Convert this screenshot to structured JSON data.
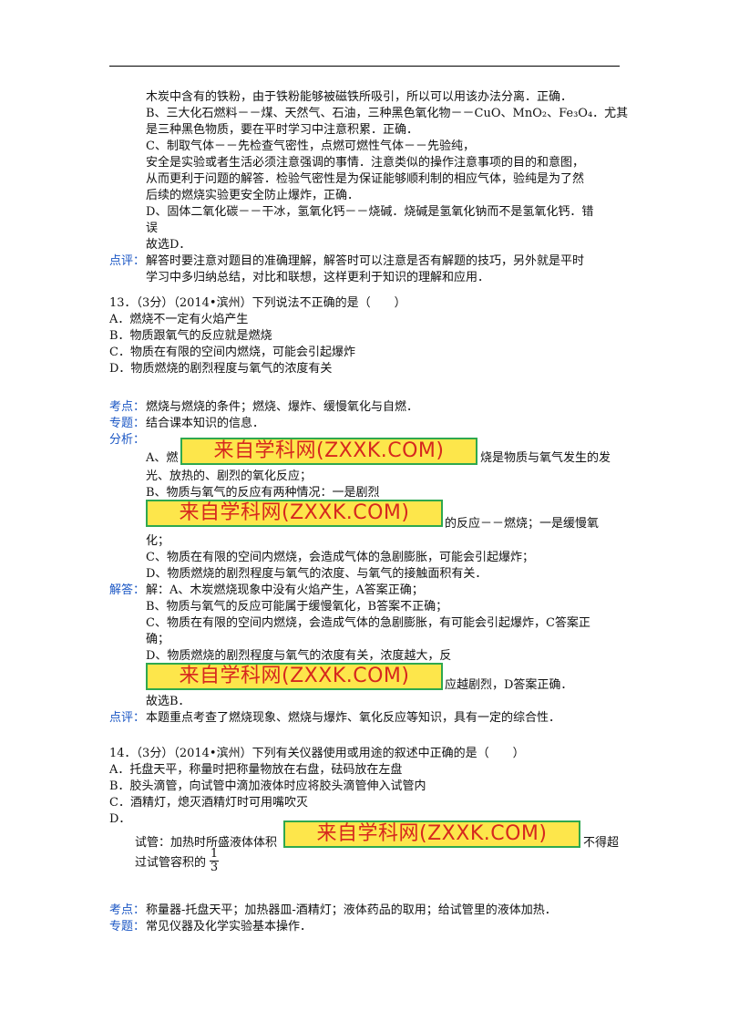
{
  "block1": {
    "l1": "木炭中含有的铁粉，由于铁粉能够被磁铁所吸引，所以可以用该办法分离．正确．",
    "l2": "B、三大化石燃料－－煤、天然气、石油，三种黑色氧化物－－CuO、MnO₂、Fe₃O₄．尤其",
    "l3": "是三种黑色物质，要在平时学习中注意积累．正确．",
    "l4": "C、制取气体－－先检查气密性，点燃可燃性气体－－先验纯，",
    "l5": "安全是实验或者生活必须注意强调的事情．注意类似的操作注意事项的目的和意图，",
    "l6": "从而更利于问题的解答．检验气密性是为保证能够顺利制的相应气体，验纯是为了然",
    "l7": "后续的燃烧实验更安全防止爆炸，正确．",
    "l8": "D、固体二氧化碳－－干冰，氢氧化钙－－烧碱．烧碱是氢氧化钠而不是氢氧化钙．错",
    "l9": "误",
    "l10": "故选D．",
    "comment_label": "点评：",
    "comment_1": "解答时要注意对题目的准确理解，解答时可以注意是否有解题的技巧，另外就是平时",
    "comment_2": "学习中多归纳总结，对比和联想，这样更利于知识的理解和应用．"
  },
  "q13": {
    "stem": "13．（3分）（2014•滨州）下列说法不正确的是（　　）",
    "a": "A．燃烧不一定有火焰产生",
    "b": "B．物质跟氧气的反应就是燃烧",
    "c": "C．物质在有限的空间内燃烧，可能会引起爆炸",
    "d": "D．物质燃烧的剧烈程度与氧气的浓度有关",
    "kaodian_label": "考点：",
    "kaodian": "燃烧与燃烧的条件；燃烧、爆炸、缓慢氧化与自燃．",
    "zhuanti_label": "专题：",
    "zhuanti": "结合课本知识的信息．",
    "fenxi_label": "分析：",
    "fx1_pre": "A、燃",
    "fx1_post": "烧是物质与氧气发生的发",
    "fx2": "光、放热的、剧烈的氧化反应；",
    "fx3": "B、物质与氧气的反应有两种情况：一是剧烈",
    "fx4_post": "的反应－－燃烧；一是缓慢氧",
    "fx5": "化；",
    "fx6": "C、物质在有限的空间内燃烧，会造成气体的急剧膨胀，可能会引起爆炸；",
    "fx7": "D、物质燃烧的剧烈程度与氧气的浓度、与氧气的接触面积有关．",
    "jieda_label": "解答：",
    "jd1": "解：A、木炭燃烧现象中没有火焰产生，A答案正确；",
    "jd2": "B、物质与氧气的反应可能属于缓慢氧化，B答案不正确；",
    "jd3": "C、物质在有限的空间内燃烧，会造成气体的急剧膨胀，有可能会引起爆炸，C答案正",
    "jd4": "确；",
    "jd5": "D、物质燃烧的剧烈程度与氧气的浓度有关，浓度越大，反",
    "jd6_post": "应越剧烈，D答案正确．",
    "jd7": "故选B．",
    "comment_label": "点评：",
    "comment": "本题重点考查了燃烧现象、燃烧与爆炸、氧化反应等知识，具有一定的综合性．"
  },
  "q14": {
    "stem": "14．（3分）（2014•滨州）下列有关仪器使用或用途的叙述中正确的是（　　）",
    "a": "A．托盘天平，称量时把称量物放在右盘，砝码放在左盘",
    "b": "B．胶头滴管，向试管中滴加液体时应将胶头滴管伸入试管内",
    "c": "C．酒精灯，熄灭酒精灯时可用嘴吹灭",
    "d": "D．",
    "d1_pre": "试管：加热时所盛液体体积",
    "d1_post": "不得超",
    "d2": "过试管容积的",
    "frac_num": "1",
    "frac_den": "3",
    "kaodian_label": "考点：",
    "kaodian": "称量器-托盘天平；加热器皿-酒精灯；液体药品的取用；给试管里的液体加热．",
    "zhuanti_label": "专题：",
    "zhuanti": "常见仪器及化学实验基本操作．"
  },
  "watermark": "来自学科网(ZXXK.COM)",
  "colors": {
    "label_blue": "#1a56c4",
    "wm_bg": "#fde64b",
    "wm_border": "#2fa84f",
    "wm_text": "#d6281e"
  }
}
